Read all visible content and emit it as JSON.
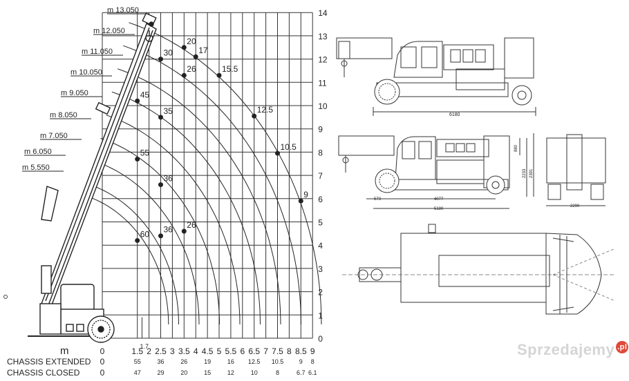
{
  "chart_data": {
    "type": "load-chart",
    "x_unit_label": "m",
    "x_ticks": [
      "0",
      "1.5",
      "1.7",
      "2",
      "2.5",
      "3",
      "3.5",
      "4",
      "4.5",
      "5",
      "5.5",
      "6",
      "6.5",
      "7",
      "7.5",
      "8",
      "8.5",
      "9"
    ],
    "y_ticks": [
      "0",
      "1",
      "2",
      "3",
      "4",
      "5",
      "6",
      "7",
      "8",
      "9",
      "10",
      "11",
      "12",
      "13",
      "14"
    ],
    "xlim": [
      0,
      9
    ],
    "ylim": [
      0,
      14
    ],
    "boom_lengths": [
      "m 13.050",
      "m 12.050",
      "m 11.050",
      "m 10.050",
      "m 9.050",
      "m 8.050",
      "m 7.050",
      "m 6.050",
      "m 5.550"
    ],
    "load_points": [
      {
        "x": 3.5,
        "y": 12.5,
        "label": "20"
      },
      {
        "x": 4,
        "y": 12.1,
        "label": "17"
      },
      {
        "x": 2.5,
        "y": 12.0,
        "label": "30"
      },
      {
        "x": 3.5,
        "y": 11.3,
        "label": "26"
      },
      {
        "x": 5,
        "y": 11.3,
        "label": "15.5"
      },
      {
        "x": 1.5,
        "y": 10.2,
        "label": "45"
      },
      {
        "x": 2.5,
        "y": 9.5,
        "label": "35"
      },
      {
        "x": 6.5,
        "y": 9.55,
        "label": "12.5"
      },
      {
        "x": 7.5,
        "y": 7.95,
        "label": "10.5"
      },
      {
        "x": 1.5,
        "y": 7.7,
        "label": "55"
      },
      {
        "x": 2.5,
        "y": 6.6,
        "label": "36"
      },
      {
        "x": 8.5,
        "y": 5.9,
        "label": "9"
      },
      {
        "x": 1.5,
        "y": 4.2,
        "label": "60"
      },
      {
        "x": 2.5,
        "y": 4.4,
        "label": "36"
      },
      {
        "x": 3.5,
        "y": 4.6,
        "label": "26"
      }
    ],
    "table": {
      "header": {
        "label": "m",
        "values": [
          "0",
          "1.5",
          "1.7",
          "2",
          "2.5",
          "3",
          "3.5",
          "4",
          "4.5",
          "5",
          "5.5",
          "6",
          "6.5",
          "7",
          "7.5",
          "8",
          "8.5",
          "9"
        ]
      },
      "rows": [
        {
          "label": "CHASSIS EXTENDED",
          "zero": "0",
          "values": [
            {
              "x": 1.5,
              "v": "55"
            },
            {
              "x": 2.5,
              "v": "36"
            },
            {
              "x": 3.5,
              "v": "26"
            },
            {
              "x": 4.5,
              "v": "19"
            },
            {
              "x": 5.5,
              "v": "16"
            },
            {
              "x": 6.5,
              "v": "12.5"
            },
            {
              "x": 7.5,
              "v": "10.5"
            },
            {
              "x": 8.5,
              "v": "9"
            },
            {
              "x": 9,
              "v": "8"
            }
          ]
        },
        {
          "label": "CHASSIS CLOSED",
          "zero": "0",
          "values": [
            {
              "x": 1.5,
              "v": "47"
            },
            {
              "x": 2.5,
              "v": "29"
            },
            {
              "x": 3.5,
              "v": "20"
            },
            {
              "x": 4.5,
              "v": "15"
            },
            {
              "x": 5.5,
              "v": "12"
            },
            {
              "x": 6.5,
              "v": "10"
            },
            {
              "x": 7.5,
              "v": "8"
            },
            {
              "x": 8.5,
              "v": "6.7"
            },
            {
              "x": 9,
              "v": "6.1"
            }
          ]
        }
      ]
    }
  },
  "drawings": {
    "side_overall_length": "6180",
    "side_dims": {
      "cab_height": "880",
      "height_1": "2233",
      "height_2": "2391",
      "front_overhang": "573",
      "wheelbase": "4077",
      "length": "5180"
    },
    "front_width": "2290"
  },
  "watermark": {
    "text": "Sprzedajemy",
    "suffix": ".pl"
  }
}
